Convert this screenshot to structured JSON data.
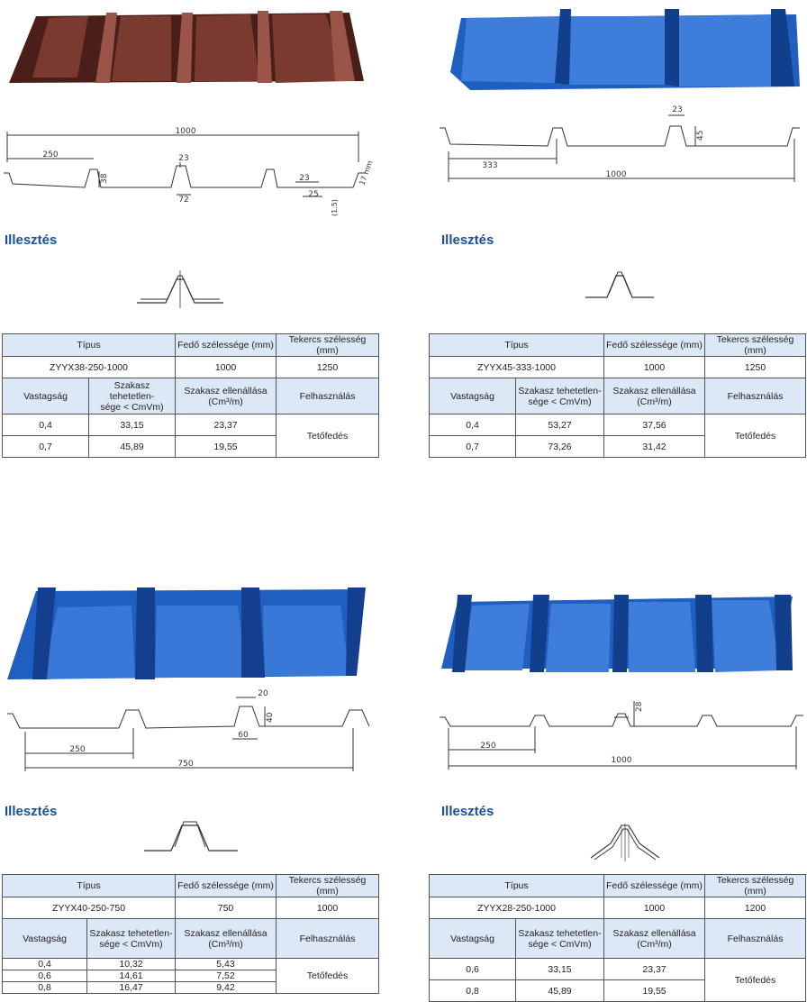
{
  "joint_heading": "Illesztés",
  "table_header": {
    "type": "Típus",
    "cover_width": "Fedő szélessége (mm)",
    "coil_width": "Tekercs szélesség (mm)",
    "thickness": "Vastagság",
    "inertia": "Szakasz tehetetlen-\nsége < CmVm)",
    "resistance": "Szakasz ellenállása\n(Cm³/m)",
    "usage": "Felhasználás"
  },
  "usage_value": "Tetőfedés",
  "colors": {
    "heading": "#1a4f9c",
    "header_fill": "#dce8f5",
    "brown_sheet": "#5a2a22",
    "blue_sheet": "#1f5fc0"
  },
  "products": [
    {
      "model": "ZYYX38-250-1000",
      "cover": "1000",
      "coil": "1250",
      "rows": [
        {
          "t": "0,4",
          "i": "33,15",
          "r": "23,37"
        },
        {
          "t": "0,7",
          "i": "45,89",
          "r": "19,55"
        }
      ],
      "dims": {
        "total": "1000",
        "pitch": "250",
        "rib_top": "23",
        "height": "38",
        "rib_base": "72",
        "small_w": "23",
        "small_b": "25",
        "small_h": "(1.5)",
        "edge": "17 mm"
      }
    },
    {
      "model": "ZYYX45-333-1000",
      "cover": "1000",
      "coil": "1250",
      "rows": [
        {
          "t": "0,4",
          "i": "53,27",
          "r": "37,56"
        },
        {
          "t": "0,7",
          "i": "73,26",
          "r": "31,42"
        }
      ],
      "dims": {
        "total": "1000",
        "pitch": "333",
        "rib_top": "23",
        "height": "45"
      }
    },
    {
      "model": "ZYYX40-250-750",
      "cover": "750",
      "coil": "1000",
      "rows": [
        {
          "t": "0,4",
          "i": "10,32",
          "r": "5,43"
        },
        {
          "t": "0,6",
          "i": "14,61",
          "r": "7,52"
        },
        {
          "t": "0,8",
          "i": "16,47",
          "r": "9,42"
        }
      ],
      "dims": {
        "total": "750",
        "pitch": "250",
        "rib_top": "20",
        "height": "40",
        "rib_base": "60"
      }
    },
    {
      "model": "ZYYX28-250-1000",
      "cover": "1000",
      "coil": "1200",
      "rows": [
        {
          "t": "0,6",
          "i": "33,15",
          "r": "23,37"
        },
        {
          "t": "0,8",
          "i": "45,89",
          "r": "19,55"
        }
      ],
      "dims": {
        "total": "1000",
        "pitch": "250",
        "height": "28"
      }
    }
  ]
}
